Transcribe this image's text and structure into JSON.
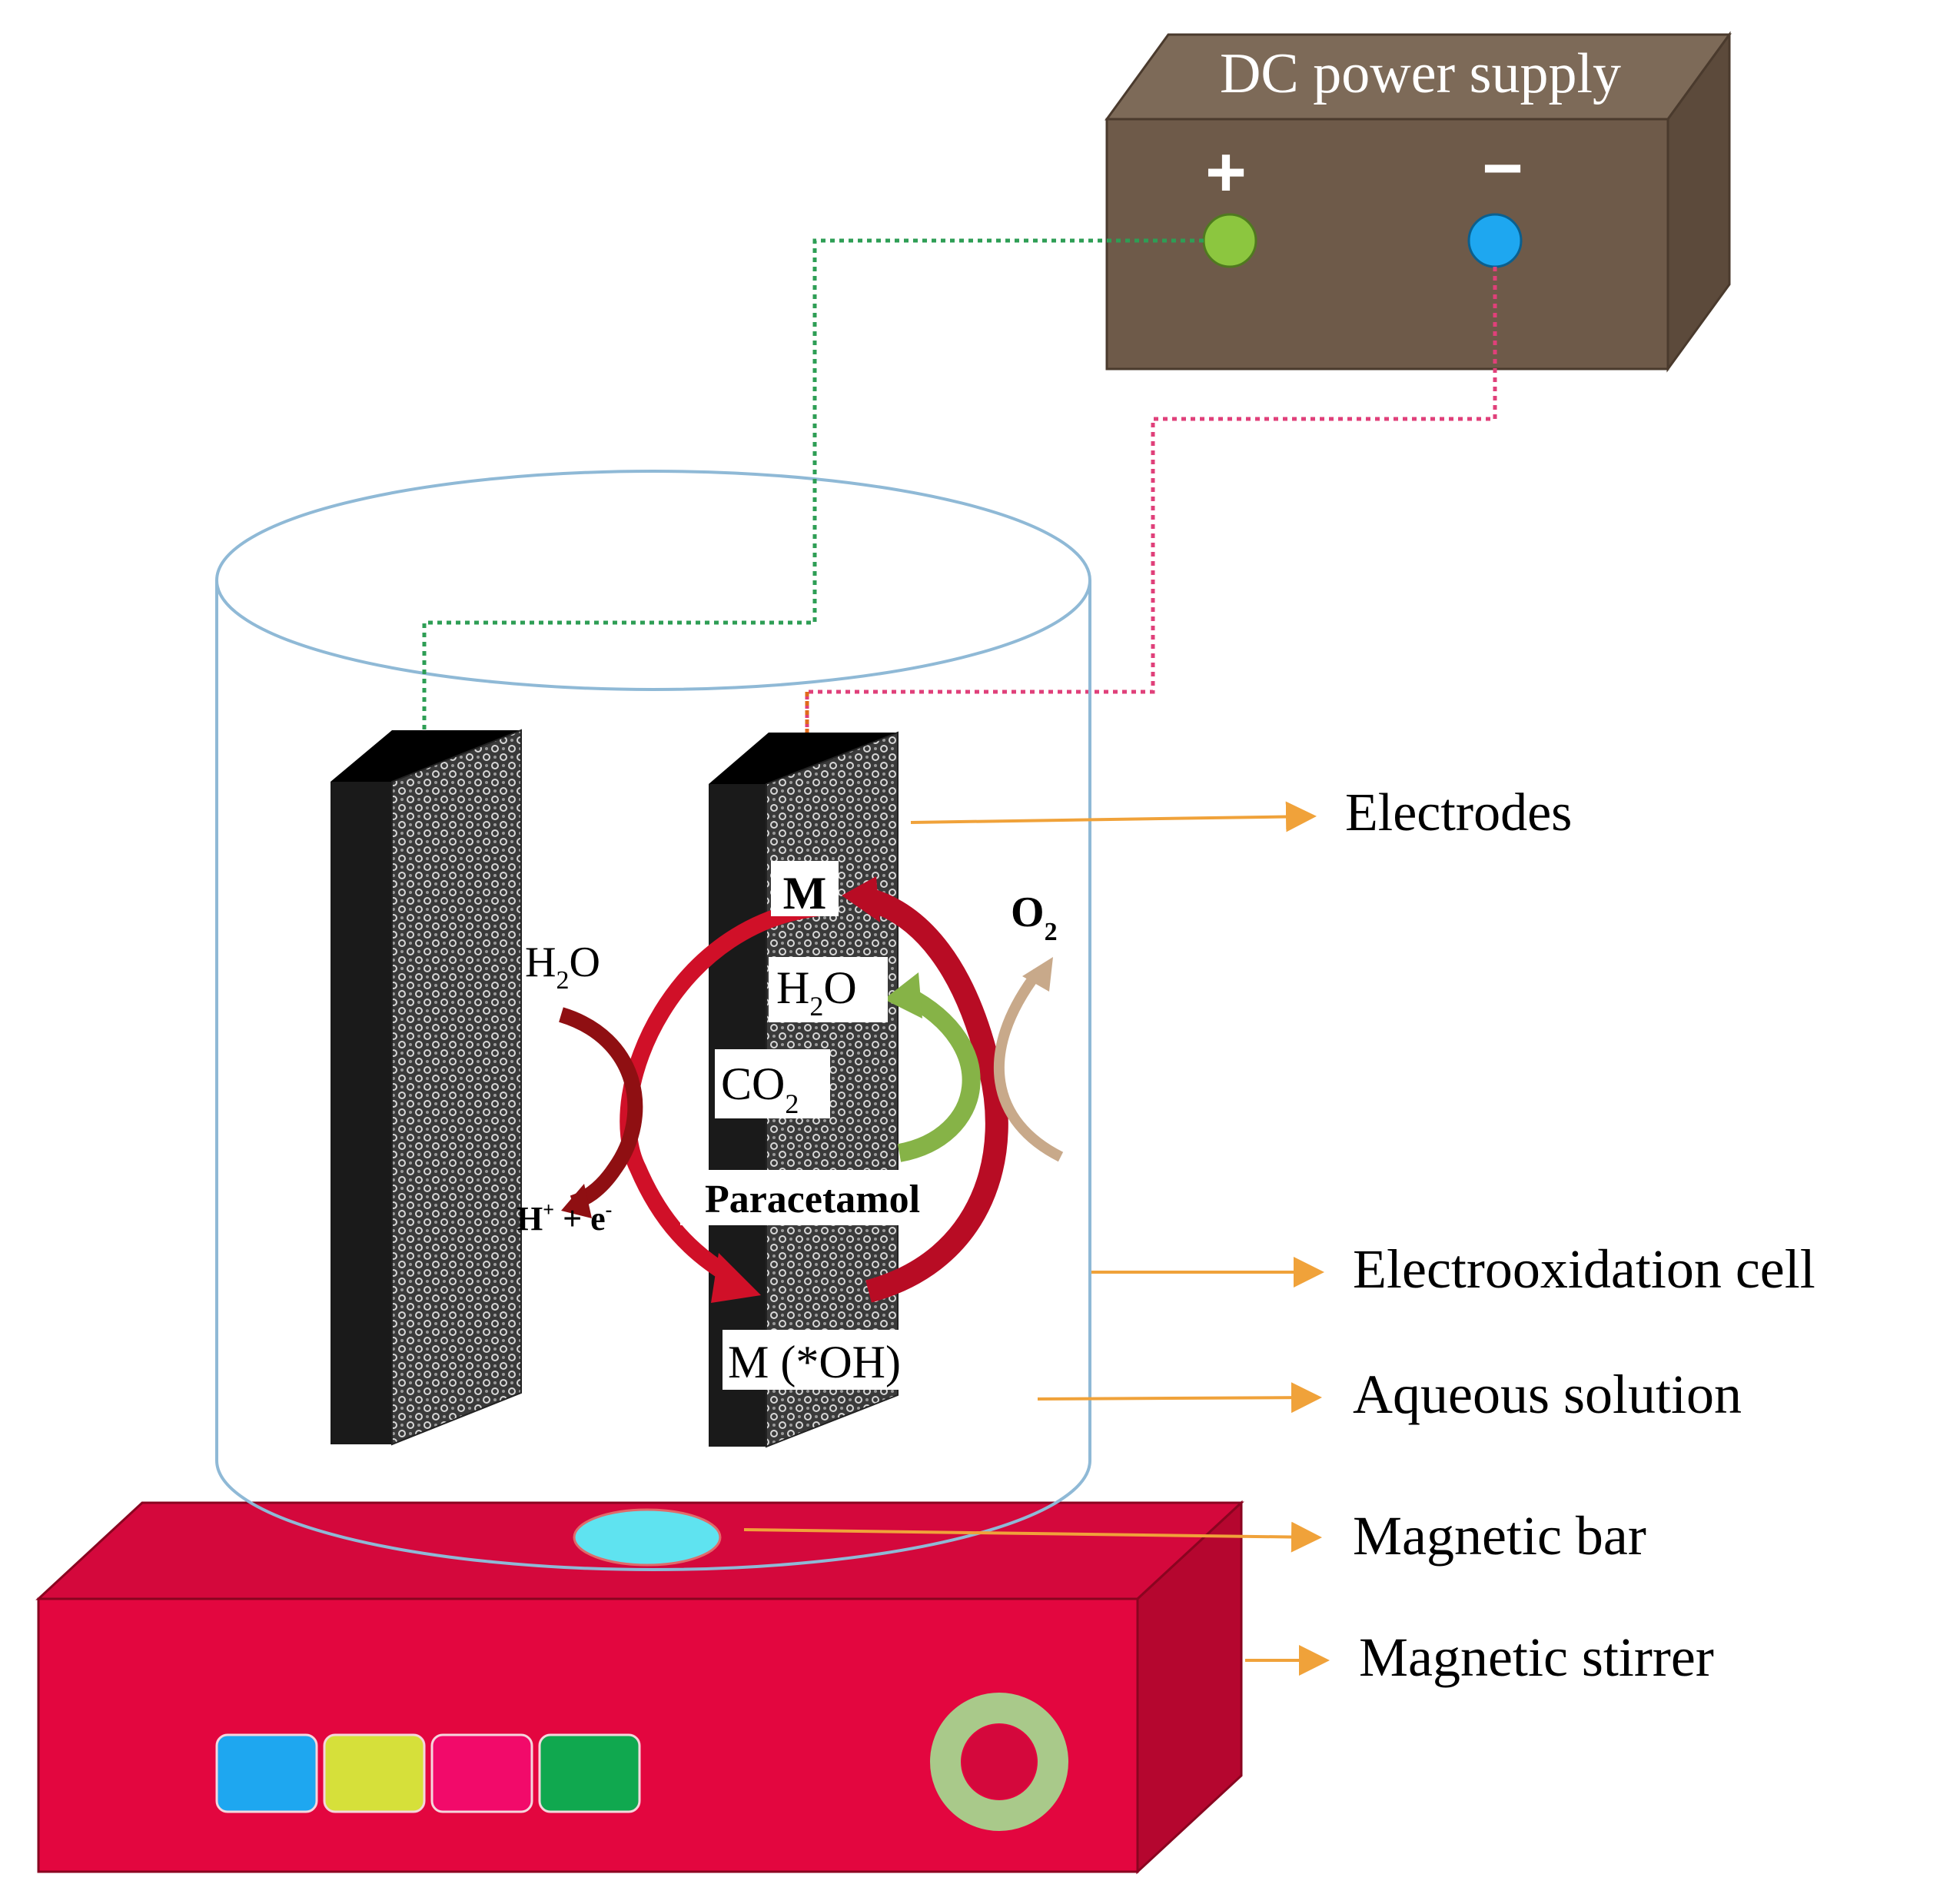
{
  "power_supply": {
    "title": "DC power supply",
    "positive_symbol": "+",
    "negative_symbol": "−",
    "colors": {
      "front": "#6e5a49",
      "top": "#7d6a58",
      "side": "#5c4a3b",
      "positive_terminal": "#8cc63f",
      "negative_terminal": "#1ea7f0"
    }
  },
  "wires": {
    "positive_color": "#2e9e55",
    "negative_color": "#e0407a",
    "branch_color": "#e06a1b"
  },
  "cell": {
    "outline_color": "#8fb9d6",
    "electrode_face_color": "#1a1a1a"
  },
  "reaction": {
    "m": "M",
    "o2_base": "O",
    "o2_sub": "2",
    "h2o_right_a": "H",
    "h2o_right_sub": "2",
    "h2o_right_b": "O",
    "co2_base": "CO",
    "co2_sub": "2",
    "paracetamol": "Paracetamol",
    "m_oh": "M (*OH)",
    "h2o_left_a": "H",
    "h2o_left_sub": "2",
    "h2o_left_b": "O",
    "hplus_base": "H",
    "hplus_sup": "+",
    "plus_e": " + e",
    "e_sup": "-"
  },
  "labels": {
    "electrodes": "Electrodes",
    "electrooxidation_cell": "Electrooxidation cell",
    "aqueous_solution": "Aqueous solution",
    "magnetic_bar": "Magnetic bar",
    "magnetic_stirrer": "Magnetic stirrer",
    "arrow_color": "#f0a23a"
  },
  "stirrer": {
    "colors": {
      "front": "#e3063f",
      "top": "#d4083c",
      "side": "#b5062f",
      "knob_ring": "#a9c98a"
    },
    "buttons": [
      {
        "color": "#1ea7f0"
      },
      {
        "color": "#d6e03a"
      },
      {
        "color": "#f20a6a"
      },
      {
        "color": "#10a84f"
      }
    ]
  },
  "magnetic_bar": {
    "color": "#5fe3f0"
  }
}
